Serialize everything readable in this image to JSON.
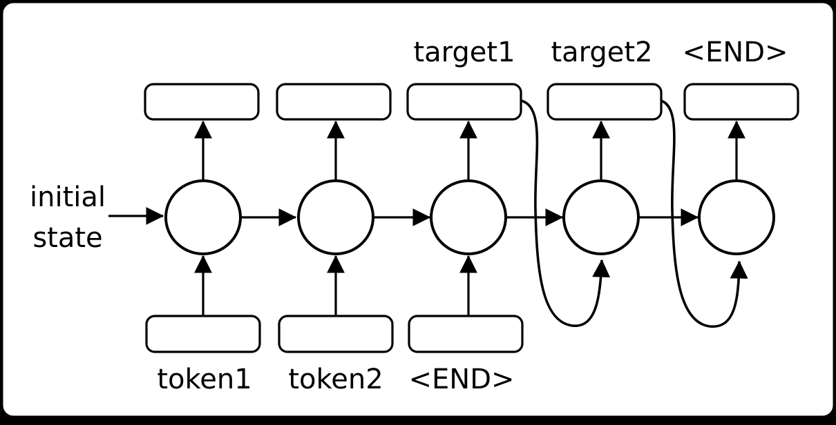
{
  "diagram": {
    "type": "seq2seq-rnn-unrolled",
    "initial_state": {
      "line1": "initial",
      "line2": "state"
    },
    "input_labels": [
      "token1",
      "token2",
      "<END>"
    ],
    "output_labels": [
      "target1",
      "target2",
      "<END>"
    ],
    "colors": {
      "stroke": "#000000",
      "fill": "#ffffff",
      "background": "#000000"
    }
  }
}
